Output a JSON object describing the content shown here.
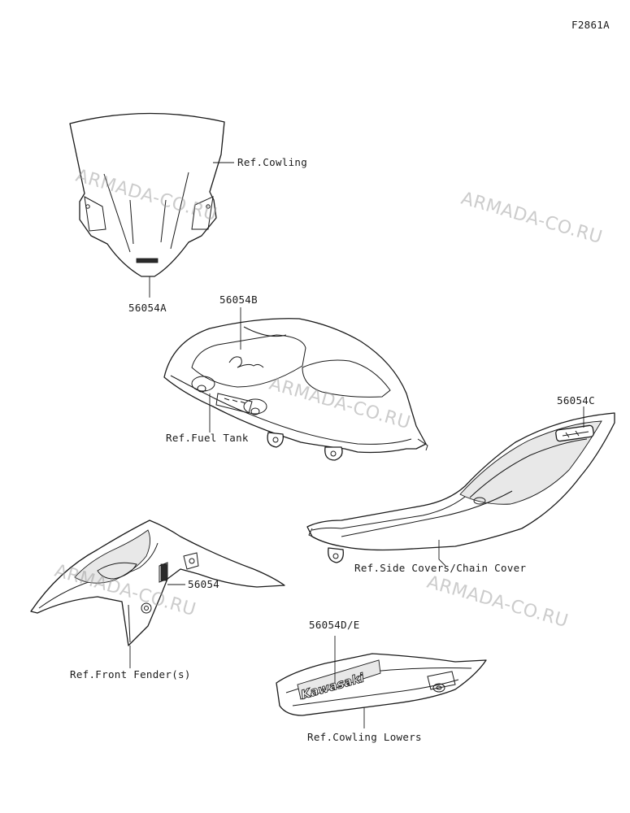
{
  "figure_code": "F2861A",
  "watermark": "ARMADA-CO.RU",
  "callouts": {
    "windshield_part": "56054A",
    "fuel_tank_part": "56054B",
    "side_cover_part": "56054C",
    "front_fender_part": "56054",
    "cowling_lower_part": "56054D/E"
  },
  "references": {
    "cowling": "Ref.Cowling",
    "fuel_tank": "Ref.Fuel Tank",
    "side_covers": "Ref.Side Covers/Chain Cover",
    "front_fender": "Ref.Front Fender(s)",
    "cowling_lowers": "Ref.Cowling Lowers"
  },
  "decal_text": {
    "kawasaki": "Kawasaki"
  }
}
